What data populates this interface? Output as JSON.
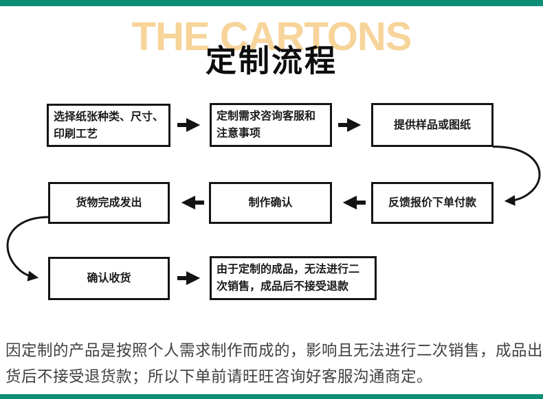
{
  "header": {
    "brand": "THE CARTONS",
    "title": "定制流程"
  },
  "flow": {
    "boxes": [
      {
        "label": "选择纸张种类、尺寸、印刷工艺"
      },
      {
        "label": "定制需求咨询客服和注意事项"
      },
      {
        "label": "提供样品或图纸"
      },
      {
        "label": "反馈报价下单付款"
      },
      {
        "label": "制作确认"
      },
      {
        "label": "货物完成发出"
      },
      {
        "label": "确认收货"
      },
      {
        "label": "由于定制的成品，无法进行二次销售，成品后不接受退款"
      }
    ]
  },
  "footer": {
    "note": "因定制的产品是按照个人需求制作而成的，影响且无法进行二次销售，成品出货后不接受退货款；所以下单前请旺旺咨询好客服沟通商定。"
  },
  "colors": {
    "accent_green": "#0E8E76",
    "brand_tan": "#F7D49A",
    "line_black": "#141414"
  }
}
